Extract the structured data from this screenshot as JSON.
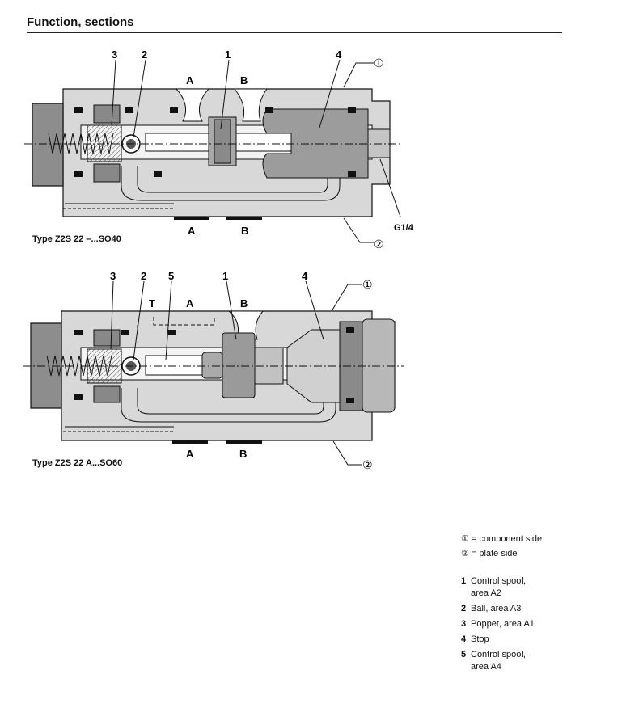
{
  "title": "Function, sections",
  "figure1": {
    "caption": "Type Z2S 22 –...SO40",
    "callouts": [
      "1",
      "2",
      "3",
      "4"
    ],
    "port_top_a": "A",
    "port_top_b": "B",
    "port_bottom_a": "A",
    "port_bottom_b": "B",
    "thread_label": "G1/4",
    "side_markers": [
      "①",
      "②"
    ]
  },
  "figure2": {
    "caption": "Type Z2S 22 A...SO60",
    "callouts": [
      "1",
      "2",
      "3",
      "4",
      "5"
    ],
    "port_top_t": "T",
    "port_top_a": "A",
    "port_top_b": "B",
    "port_bottom_a": "A",
    "port_bottom_b": "B",
    "side_markers": [
      "①",
      "②"
    ]
  },
  "legend": {
    "component_side_marker": "①",
    "component_side": "= component side",
    "plate_side_marker": "②",
    "plate_side": "= plate side"
  },
  "parts": [
    {
      "num": "1",
      "desc": "Control spool,\narea A2"
    },
    {
      "num": "2",
      "desc": "Ball, area A3"
    },
    {
      "num": "3",
      "desc": "Poppet, area A1"
    },
    {
      "num": "4",
      "desc": "Stop"
    },
    {
      "num": "5",
      "desc": "Control spool,\narea A4"
    }
  ],
  "colors": {
    "body": "#d7d7d7",
    "dark": "#8a8a8a",
    "stroke": "#111111"
  }
}
